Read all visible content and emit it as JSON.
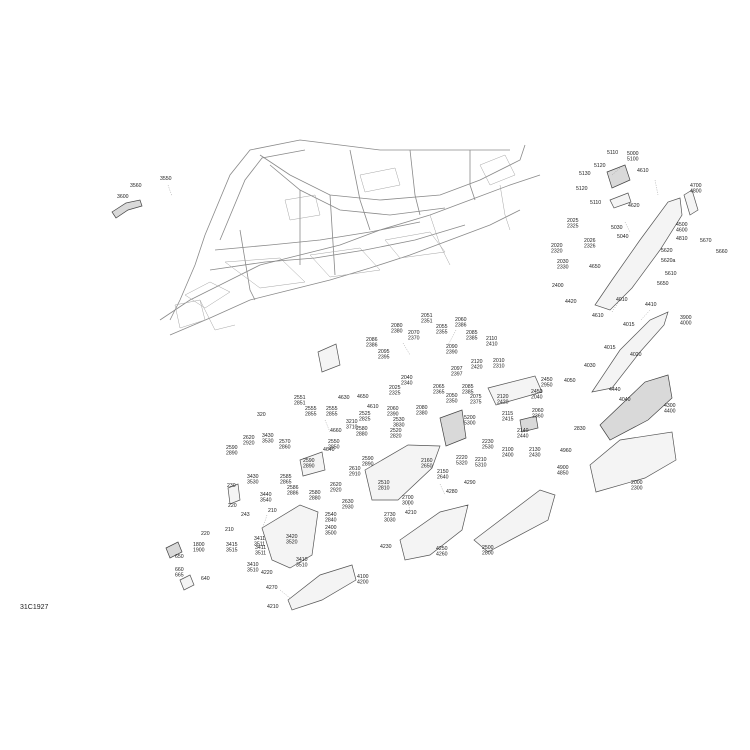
{
  "reference_code": "31C1927",
  "callouts": [
    {
      "t1": "3550",
      "t2": ""
    },
    {
      "t1": "3560",
      "t2": ""
    },
    {
      "t1": "3600",
      "t2": ""
    },
    {
      "t1": "5110",
      "t2": ""
    },
    {
      "t1": "5000",
      "t2": "5100"
    },
    {
      "t1": "5120",
      "t2": ""
    },
    {
      "t1": "5130",
      "t2": ""
    },
    {
      "t1": "4610",
      "t2": ""
    },
    {
      "t1": "5120",
      "t2": ""
    },
    {
      "t1": "5110",
      "t2": ""
    },
    {
      "t1": "4620",
      "t2": ""
    },
    {
      "t1": "4700",
      "t2": "4800"
    },
    {
      "t1": "2025",
      "t2": "2325"
    },
    {
      "t1": "5030",
      "t2": ""
    },
    {
      "t1": "4500",
      "t2": "4600"
    },
    {
      "t1": "2026",
      "t2": "2326"
    },
    {
      "t1": "5040",
      "t2": ""
    },
    {
      "t1": "4810",
      "t2": ""
    },
    {
      "t1": "5670",
      "t2": ""
    },
    {
      "t1": "2020",
      "t2": "2320"
    },
    {
      "t1": "5620",
      "t2": ""
    },
    {
      "t1": "5660",
      "t2": ""
    },
    {
      "t1": "5620a",
      "t2": ""
    },
    {
      "t1": "2030",
      "t2": "2330"
    },
    {
      "t1": "4650",
      "t2": ""
    },
    {
      "t1": "5610",
      "t2": ""
    },
    {
      "t1": "2400",
      "t2": ""
    },
    {
      "t1": "5650",
      "t2": ""
    },
    {
      "t1": "4420",
      "t2": ""
    },
    {
      "t1": "4010",
      "t2": ""
    },
    {
      "t1": "4410",
      "t2": ""
    },
    {
      "t1": "4610",
      "t2": ""
    },
    {
      "t1": "3900",
      "t2": "4000"
    },
    {
      "t1": "4015",
      "t2": ""
    },
    {
      "t1": "2051",
      "t2": "2351"
    },
    {
      "t1": "2060",
      "t2": "2386"
    },
    {
      "t1": "2080",
      "t2": "2380"
    },
    {
      "t1": "2055",
      "t2": "2355"
    },
    {
      "t1": "2070",
      "t2": "2370"
    },
    {
      "t1": "2085",
      "t2": "2385"
    },
    {
      "t1": "2086",
      "t2": "2386"
    },
    {
      "t1": "2090",
      "t2": "2390"
    },
    {
      "t1": "2110",
      "t2": "2410"
    },
    {
      "t1": "4015",
      "t2": ""
    },
    {
      "t1": "2095",
      "t2": "2395"
    },
    {
      "t1": "4020",
      "t2": ""
    },
    {
      "t1": "4030",
      "t2": ""
    },
    {
      "t1": "2097",
      "t2": "2397"
    },
    {
      "t1": "2120",
      "t2": "2420"
    },
    {
      "t1": "2010",
      "t2": "2310"
    },
    {
      "t1": "4050",
      "t2": ""
    },
    {
      "t1": "2040",
      "t2": "2340"
    },
    {
      "t1": "4440",
      "t2": ""
    },
    {
      "t1": "2025",
      "t2": "2325"
    },
    {
      "t1": "2065",
      "t2": "2365"
    },
    {
      "t1": "2085",
      "t2": "2385"
    },
    {
      "t1": "2450",
      "t2": "2950"
    },
    {
      "t1": "4040",
      "t2": ""
    },
    {
      "t1": "4300",
      "t2": "4400"
    },
    {
      "t1": "2551",
      "t2": "2851"
    },
    {
      "t1": "4630",
      "t2": ""
    },
    {
      "t1": "4650",
      "t2": ""
    },
    {
      "t1": "2050",
      "t2": "2350"
    },
    {
      "t1": "2075",
      "t2": "2375"
    },
    {
      "t1": "2450",
      "t2": "2040"
    },
    {
      "t1": "2120",
      "t2": "2420"
    },
    {
      "t1": "4610",
      "t2": ""
    },
    {
      "t1": "2555",
      "t2": "2855"
    },
    {
      "t1": "2555",
      "t2": "2855"
    },
    {
      "t1": "320",
      "t2": ""
    },
    {
      "t1": "2060",
      "t2": "2390"
    },
    {
      "t1": "2525",
      "t2": "2825"
    },
    {
      "t1": "2080",
      "t2": "2380"
    },
    {
      "t1": "2115",
      "t2": "2415"
    },
    {
      "t1": "2060",
      "t2": "2360"
    },
    {
      "t1": "5200",
      "t2": "5300"
    },
    {
      "t1": "2530",
      "t2": "3830"
    },
    {
      "t1": "3210",
      "t2": "3710"
    },
    {
      "t1": "2620",
      "t2": "2920"
    },
    {
      "t1": "3430",
      "t2": "3530"
    },
    {
      "t1": "2570",
      "t2": "2860"
    },
    {
      "t1": "2550",
      "t2": "2850"
    },
    {
      "t1": "2580",
      "t2": "2880"
    },
    {
      "t1": "2520",
      "t2": "2820"
    },
    {
      "t1": "2140",
      "t2": "2440"
    },
    {
      "t1": "2830",
      "t2": ""
    },
    {
      "t1": "4660",
      "t2": ""
    },
    {
      "t1": "2590",
      "t2": "2890"
    },
    {
      "t1": "4640",
      "t2": ""
    },
    {
      "t1": "2230",
      "t2": "2530"
    },
    {
      "t1": "2100",
      "t2": "2400"
    },
    {
      "t1": "2130",
      "t2": "2430"
    },
    {
      "t1": "4960",
      "t2": ""
    },
    {
      "t1": "2590",
      "t2": "2890"
    },
    {
      "t1": "2610",
      "t2": "2910"
    },
    {
      "t1": "2160",
      "t2": "2650"
    },
    {
      "t1": "2220",
      "t2": "5320"
    },
    {
      "t1": "2210",
      "t2": "5310"
    },
    {
      "t1": "4900",
      "t2": "4850"
    },
    {
      "t1": "2590",
      "t2": "2890"
    },
    {
      "t1": "2150",
      "t2": "2640"
    },
    {
      "t1": "3430",
      "t2": "3530"
    },
    {
      "t1": "2585",
      "t2": "2865"
    },
    {
      "t1": "2620",
      "t2": "2920"
    },
    {
      "t1": "2510",
      "t2": "2810"
    },
    {
      "t1": "4290",
      "t2": ""
    },
    {
      "t1": "2000",
      "t2": "2300"
    },
    {
      "t1": "230",
      "t2": ""
    },
    {
      "t1": "3440",
      "t2": "3540"
    },
    {
      "t1": "2586",
      "t2": "2886"
    },
    {
      "t1": "2580",
      "t2": "2880"
    },
    {
      "t1": "2630",
      "t2": "2930"
    },
    {
      "t1": "4280",
      "t2": ""
    },
    {
      "t1": "220",
      "t2": ""
    },
    {
      "t1": "210",
      "t2": ""
    },
    {
      "t1": "2730",
      "t2": "3030"
    },
    {
      "t1": "2700",
      "t2": "3000"
    },
    {
      "t1": "243",
      "t2": ""
    },
    {
      "t1": "2540",
      "t2": "2840"
    },
    {
      "t1": "4210",
      "t2": ""
    },
    {
      "t1": "2400",
      "t2": "3500"
    },
    {
      "t1": "3411",
      "t2": "3511"
    },
    {
      "t1": "220",
      "t2": ""
    },
    {
      "t1": "210",
      "t2": ""
    },
    {
      "t1": "3420",
      "t2": "3520"
    },
    {
      "t1": "4230",
      "t2": ""
    },
    {
      "t1": "2500",
      "t2": "2800"
    },
    {
      "t1": "1800",
      "t2": "1900"
    },
    {
      "t1": "3415",
      "t2": "3515"
    },
    {
      "t1": "3411",
      "t2": "3511"
    },
    {
      "t1": "4250",
      "t2": "4260"
    },
    {
      "t1": "650",
      "t2": ""
    },
    {
      "t1": "3410",
      "t2": "3510"
    },
    {
      "t1": "3410",
      "t2": "3510"
    },
    {
      "t1": "660",
      "t2": "665"
    },
    {
      "t1": "4220",
      "t2": ""
    },
    {
      "t1": "640",
      "t2": ""
    },
    {
      "t1": "4100",
      "t2": "4200"
    },
    {
      "t1": "4270",
      "t2": ""
    },
    {
      "t1": "4210",
      "t2": ""
    }
  ]
}
